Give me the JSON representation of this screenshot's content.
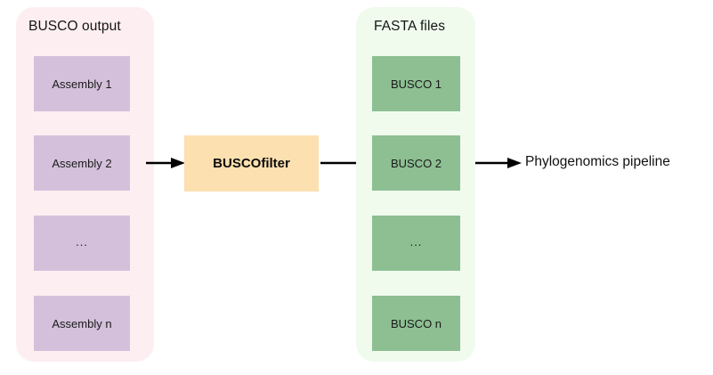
{
  "diagram": {
    "type": "flow-diagram",
    "background_color": "#ffffff",
    "groups": [
      {
        "id": "busco-output",
        "title": "BUSCO output",
        "fill": "#fdeef1",
        "item_fill": "#d5c0dc",
        "items": [
          {
            "label": "Assembly 1"
          },
          {
            "label": "Assembly 2"
          },
          {
            "label": "..."
          },
          {
            "label": "Assembly n"
          }
        ]
      },
      {
        "id": "fasta-files",
        "title": "FASTA files",
        "fill": "#f0fbee",
        "item_fill": "#8dbf92",
        "items": [
          {
            "label": "BUSCO 1"
          },
          {
            "label": "BUSCO 2"
          },
          {
            "label": "..."
          },
          {
            "label": "BUSCO n"
          }
        ]
      }
    ],
    "process": {
      "label": "BUSCOfilter",
      "fill": "#fce0b0"
    },
    "terminal": {
      "label": "Phylogenomics pipeline"
    },
    "arrows": [
      {
        "id": "arrow-1",
        "from": "busco-output",
        "to": "buscofilter",
        "direction": "right",
        "color": "#000000"
      },
      {
        "id": "arrow-2",
        "from": "buscofilter",
        "to": "fasta-files",
        "direction": "right",
        "color": "#000000"
      },
      {
        "id": "arrow-3",
        "from": "fasta-files",
        "to": "phylogenomics-pipeline",
        "direction": "right",
        "color": "#000000"
      }
    ]
  }
}
